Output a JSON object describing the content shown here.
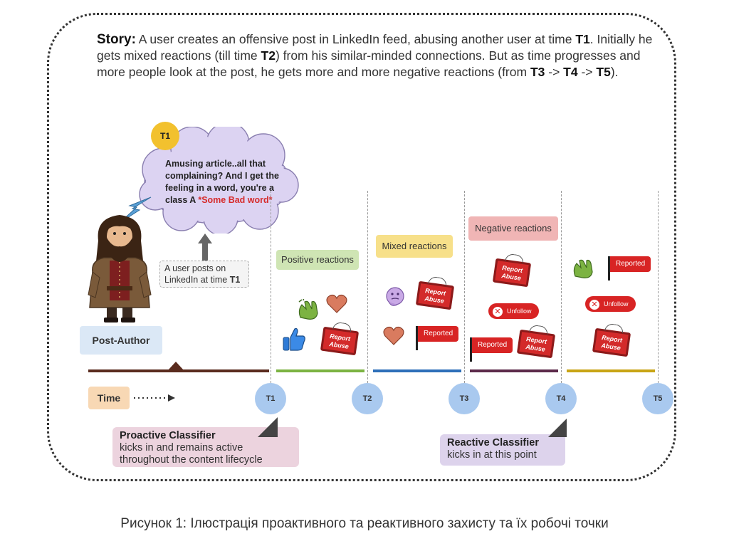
{
  "story": {
    "lead": "Story:",
    "text_1": " A user creates an offensive post in LinkedIn feed, abusing another user at time ",
    "t1": "T1",
    "text_2": ". Initially he gets mixed reactions (till time ",
    "t2": "T2",
    "text_3": ") from his similar-minded connections. But as time progresses and more people look at the post, he gets more and more negative reactions (from ",
    "t3": "T3",
    "arrow_1": " -> ",
    "t4": "T4",
    "arrow_2": " -> ",
    "t5": "T5",
    "text_4": ")."
  },
  "bubble": {
    "badge": "T1",
    "text": "Amusing article..all that complaining? And I get the feeling in a word, you're a class A ",
    "bad_word": "*Some Bad word*"
  },
  "callout": {
    "text": "A user posts on LinkedIn at time ",
    "time": "T1"
  },
  "labels": {
    "post_author": "Post-Author",
    "time": "Time"
  },
  "timeline": {
    "nodes": [
      "T1",
      "T2",
      "T3",
      "T4",
      "T5"
    ],
    "segment_colors": [
      "#5a2b1e",
      "#7cb342",
      "#2e6fb9",
      "#5c2a4a",
      "#c8a415"
    ]
  },
  "phases": [
    {
      "label": "Positive reactions",
      "bg": "#cfe5b4"
    },
    {
      "label": "Mixed reactions",
      "bg": "#f7e08a"
    },
    {
      "label": "Negative reactions",
      "bg": "#f0b5b5"
    }
  ],
  "icons": {
    "report_abuse": "Report Abuse",
    "reported": "Reported",
    "unfollow": "Unfollow"
  },
  "proactive": {
    "title": "Proactive Classifier",
    "line_1": "kicks in and remains active",
    "line_2": "throughout the content lifecycle",
    "bg": "#ecd3de"
  },
  "reactive": {
    "title": "Reactive Classifier",
    "line_1": "kicks in at this point",
    "bg": "#ddd3ec"
  },
  "caption": "Рисунок 1: Ілюстрація проактивного та реактивного захисту та їх робочі точки"
}
